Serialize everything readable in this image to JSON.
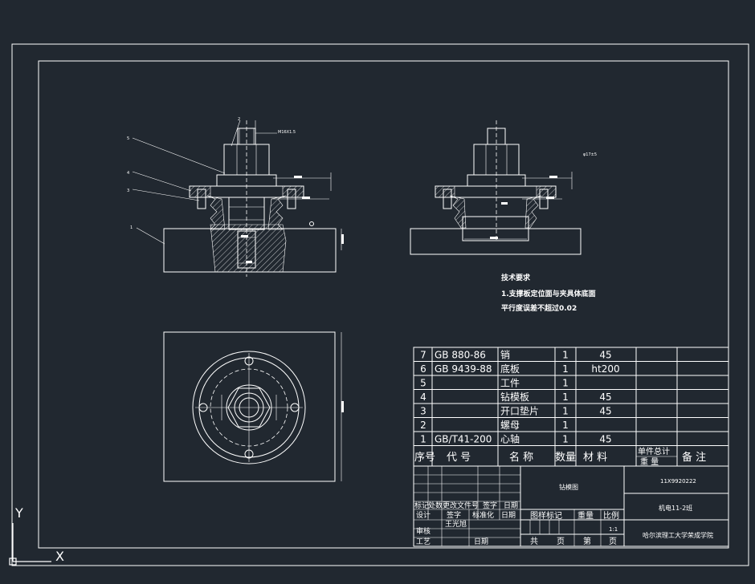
{
  "tech_requirements": {
    "title": "技术要求",
    "line1": "1.支撑板定位面与夹具体底面",
    "line2": "平行度误差不超过0.02"
  },
  "dimension_labels": {
    "front_top": "M16X1.5",
    "side_top": "φ17±5"
  },
  "callouts": {
    "c1": "1",
    "c2": "2",
    "c3": "3",
    "c4": "4",
    "c5": "5"
  },
  "bom": {
    "rows": [
      {
        "no": "7",
        "code": "GB 880-86",
        "name": "销",
        "qty": "1",
        "material": "45"
      },
      {
        "no": "6",
        "code": "GB 9439-88",
        "name": "底板",
        "qty": "1",
        "material": "ht200"
      },
      {
        "no": "5",
        "code": "",
        "name": "工件",
        "qty": "1",
        "material": ""
      },
      {
        "no": "4",
        "code": "",
        "name": "钻模板",
        "qty": "1",
        "material": "45"
      },
      {
        "no": "3",
        "code": "",
        "name": "开口垫片",
        "qty": "1",
        "material": "45"
      },
      {
        "no": "2",
        "code": "",
        "name": "螺母",
        "qty": "1",
        "material": ""
      },
      {
        "no": "1",
        "code": "GB/T41-200",
        "name": "心轴",
        "qty": "1",
        "material": "45"
      }
    ],
    "header": {
      "no": "序号",
      "code": "代  号",
      "name": "名  称",
      "qty": "数量",
      "material": "材  料",
      "weight_top": "单件总计",
      "weight_bottom": "重  量",
      "remark": "备  注"
    }
  },
  "title_block": {
    "drawing_name": "钻模图",
    "drawing_number": "11X9920222",
    "class_name": "机电11-2班",
    "school": "哈尔滨理工大学荣成学院",
    "labels": {
      "mark": "标记",
      "count": "处数",
      "file_no": "更改文件号",
      "sign": "签字",
      "date": "日期",
      "design": "设计",
      "sign2": "签字",
      "standardize": "标准化",
      "date2": "日期",
      "review": "审核",
      "craft": "工艺",
      "date3": "日期",
      "stage_mark": "图样标记",
      "weight": "重量",
      "scale": "比例",
      "scale_value": "1:1",
      "total": "共",
      "page": "页",
      "sheet": "第",
      "page2": "页"
    },
    "designer": "王光旭"
  },
  "ucs": {
    "x_label": "X",
    "y_label": "Y"
  }
}
